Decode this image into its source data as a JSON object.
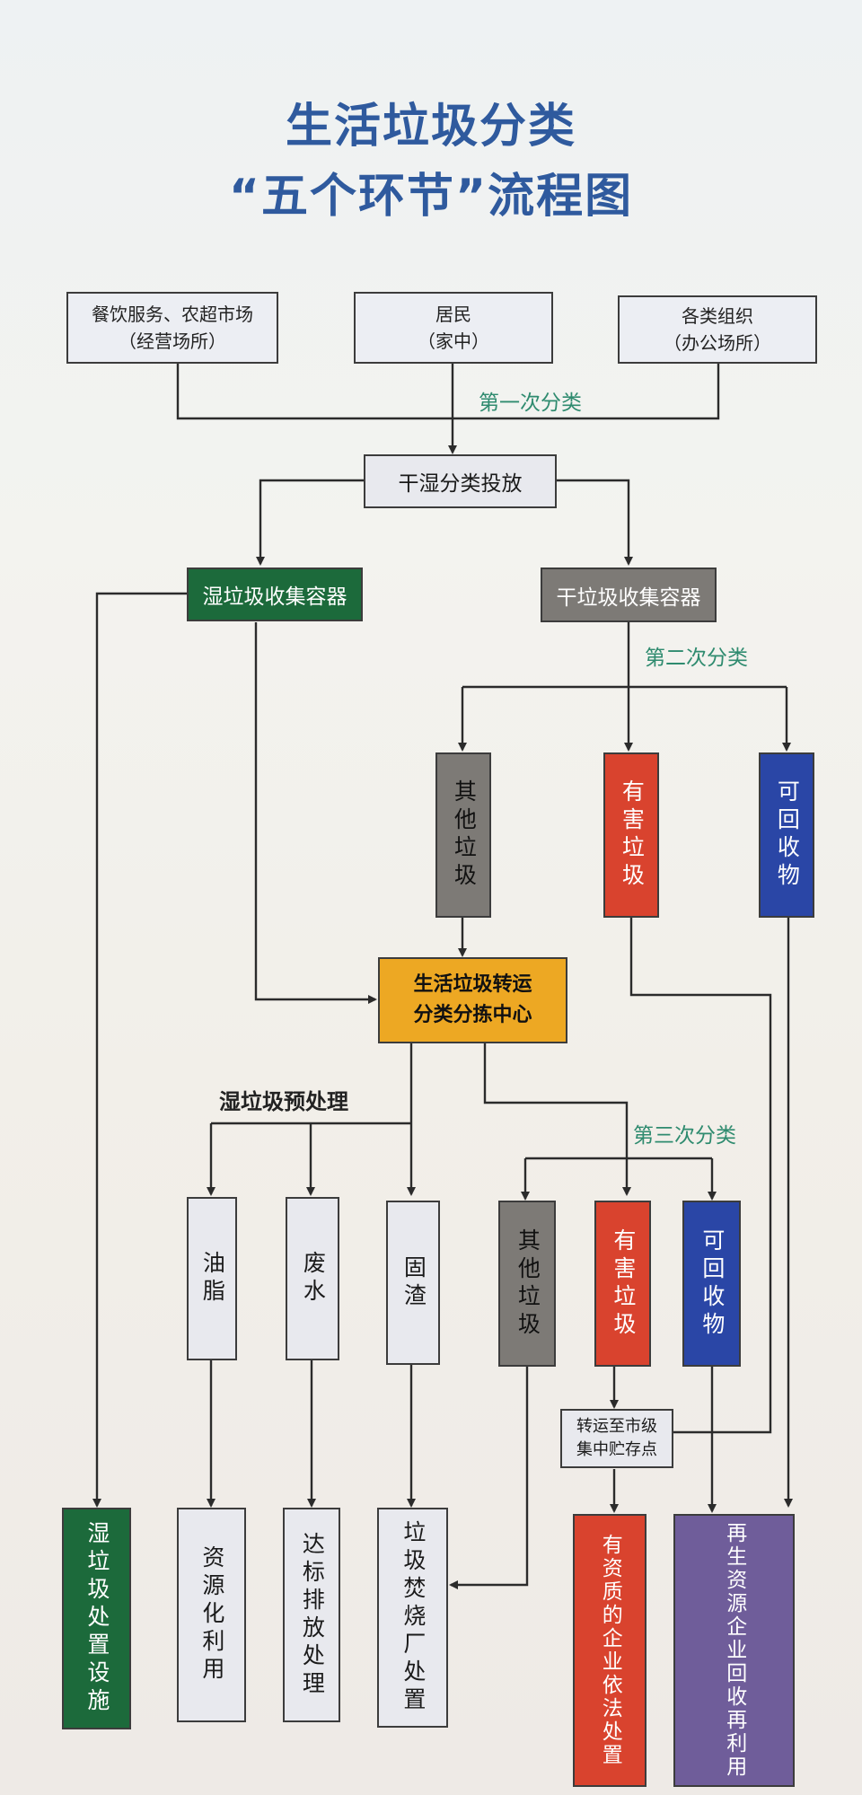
{
  "title": {
    "line1": "生活垃圾分类",
    "line2": "“五个环节”流程图"
  },
  "sources": [
    {
      "name": "餐饮服务、农超市场",
      "place": "（经营场所）"
    },
    {
      "name": "居民",
      "place": "（家中）"
    },
    {
      "name": "各类组织",
      "place": "（办公场所）"
    }
  ],
  "stages": {
    "first": "第一次分类",
    "second": "第二次分类",
    "third": "第三次分类",
    "wet_pretreat": "湿垃圾预处理"
  },
  "dispose": "干湿分类投放",
  "wet_container": "湿垃圾收集容器",
  "dry_container": "干垃圾收集容器",
  "second_sort": [
    "其他垃圾",
    "有害垃圾",
    "可回收物"
  ],
  "center": {
    "line1": "生活垃圾转运",
    "line2": "分类分拣中心"
  },
  "wet_outputs": [
    "油脂",
    "废水",
    "固渣"
  ],
  "third_sort": [
    "其他垃圾",
    "有害垃圾",
    "可回收物"
  ],
  "storage": {
    "line1": "转运至市级",
    "line2": "集中贮存点"
  },
  "final": [
    "湿垃圾处置设施",
    "资源化利用",
    "达标排放处理",
    "垃圾焚烧厂处置",
    "有资质的企业依法处置",
    "再生资源企业回收再利用"
  ],
  "colors": {
    "title": "#2f5a9e",
    "green": "#1c6a3b",
    "gray": "#7d7a76",
    "red": "#d9432e",
    "blue": "#2a46a6",
    "orange": "#eda823",
    "purple": "#6f5d9a",
    "stage_text": "#2f8b6f"
  }
}
